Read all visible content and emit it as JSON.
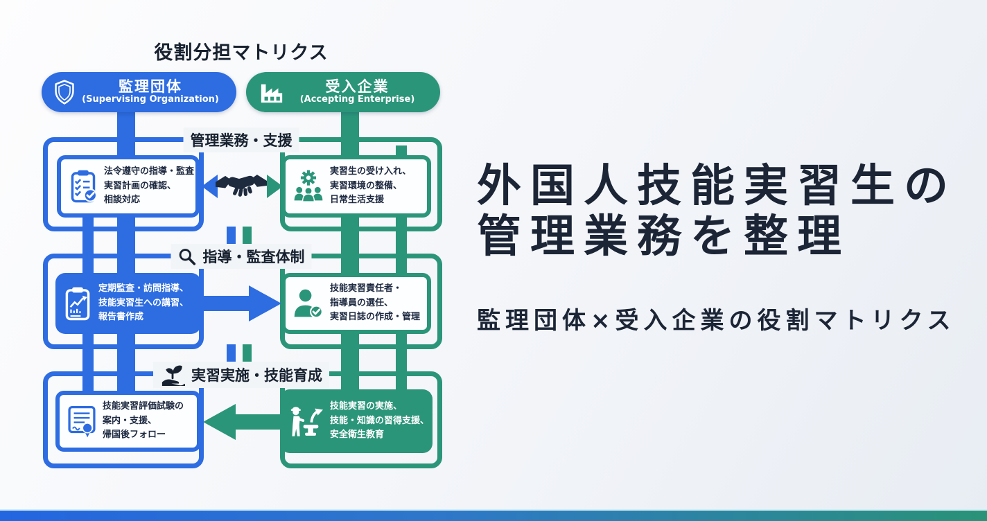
{
  "page": {
    "headline_line1": "外国人技能実習生の",
    "headline_line2": "管理業務を整理",
    "subtitle": "監理団体×受入企業の役割マトリクス"
  },
  "diagram": {
    "title": "役割分担マトリクス",
    "columns": [
      {
        "label": "監理団体",
        "sublabel": "(Supervising Organization)",
        "icon": "shield-icon",
        "color": "#2d6ce1"
      },
      {
        "label": "受入企業",
        "sublabel": "(Accepting Enterprise)",
        "icon": "factory-icon",
        "color": "#2b9579"
      }
    ],
    "sections": [
      {
        "label": "管理業務・支援",
        "icon": null,
        "connector": "handshake-bidirectional",
        "left_box": {
          "icon": "clipboard-check-icon",
          "style": "outline-blue",
          "lines": [
            "法令遵守の指導・監査",
            "実習計画の確認、",
            "相談対応"
          ]
        },
        "right_box": {
          "icon": "gear-team-icon",
          "style": "outline-teal",
          "lines": [
            "実習生の受け入れ、",
            "実習環境の整備、",
            "日常生活支援"
          ]
        }
      },
      {
        "label": "指導・監査体制",
        "icon": "magnifier-icon",
        "connector": "arrow-right",
        "left_box": {
          "icon": "clipboard-chart-icon",
          "style": "solid-blue",
          "lines": [
            "定期監査・訪問指導、",
            "技能実習生への講習、",
            "報告書作成"
          ]
        },
        "right_box": {
          "icon": "user-check-icon",
          "style": "outline-teal",
          "lines": [
            "技能実習責任者・",
            "指導員の選任、",
            "実習日誌の作成・管理"
          ]
        }
      },
      {
        "label": "実習実施・技能育成",
        "icon": "seedling-hand-icon",
        "connector": "arrow-left",
        "left_box": {
          "icon": "certificate-icon",
          "style": "outline-blue",
          "lines": [
            "技能実習評価試験の",
            "案内・支援、",
            "帰国後フォロー"
          ]
        },
        "right_box": {
          "icon": "worker-machine-icon",
          "style": "solid-teal",
          "lines": [
            "技能実習の実施、",
            "技能・知識の習得支援、",
            "安全衛生教育"
          ]
        }
      }
    ]
  },
  "colors": {
    "blue": "#2d6ce1",
    "teal": "#2b9579",
    "ink": "#1d2940",
    "headline_ink": "#1b2535",
    "handshake_ink": "#1e2a3d",
    "footer_gradient_start": "#2465e0",
    "footer_gradient_end": "#2a9277"
  }
}
